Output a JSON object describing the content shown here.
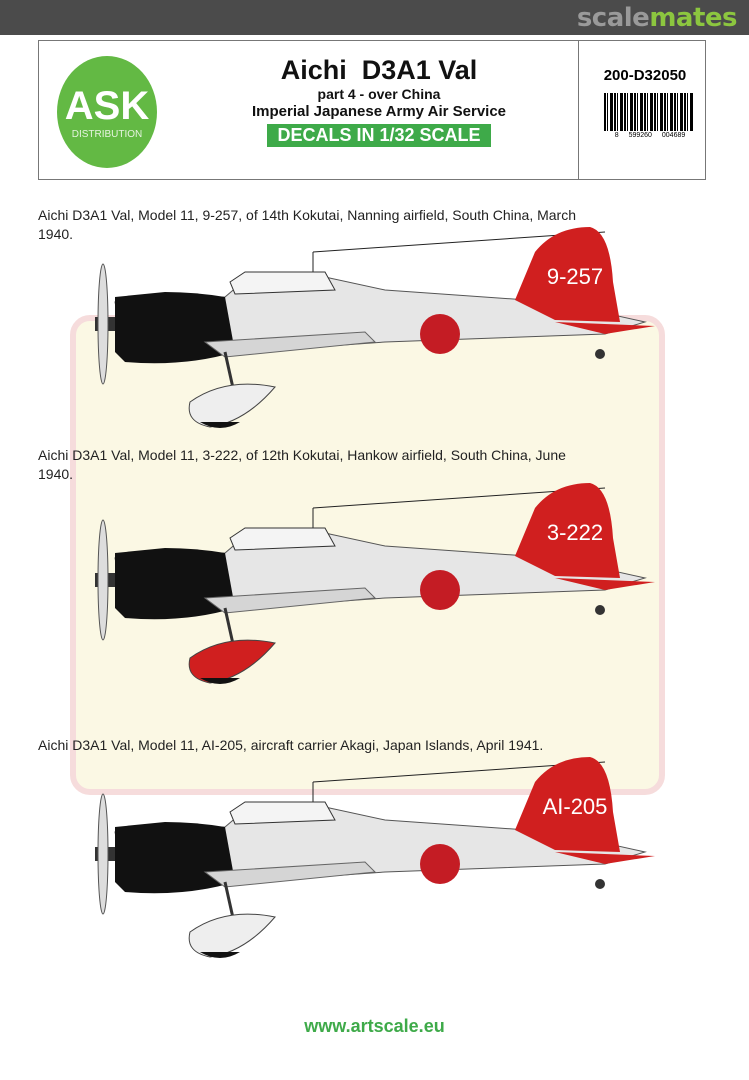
{
  "header": {
    "brand_part1": "scale",
    "brand_part2": "mates"
  },
  "box": {
    "logo": {
      "text": "ASK",
      "subtext": "DISTRIBUTION"
    },
    "title": "Aichi  D3A1 Val",
    "subtitle": "part 4 - over China",
    "service": "Imperial Japanese Army Air Service",
    "scale_banner": "DECALS IN 1/32 SCALE",
    "product_code": "200-D32050",
    "barcode_digits": "8 599260 004689"
  },
  "profiles": [
    {
      "caption": "Aichi D3A1 Val, Model 11, 9-257, of 14th Kokutai, Nanning airfield, South China, March 1940.",
      "tail_code": "9-257",
      "wheel_pant": "plain"
    },
    {
      "caption": "Aichi D3A1 Val, Model 11, 3-222, of 12th Kokutai, Hankow airfield, South China, June 1940.",
      "tail_code": "3-222",
      "wheel_pant": "red"
    },
    {
      "caption": "Aichi D3A1 Val, Model 11, AI-205, aircraft carrier Akagi, Japan Islands, April 1941.",
      "tail_code": "AI-205",
      "wheel_pant": "plain"
    }
  ],
  "colors": {
    "red": "#d01f1f",
    "hinomaru": "#c41c24",
    "body": "#e6e6e6",
    "cowl": "#111111",
    "green": "#3eaa49"
  },
  "footer": {
    "url": "www.artscale.eu"
  }
}
